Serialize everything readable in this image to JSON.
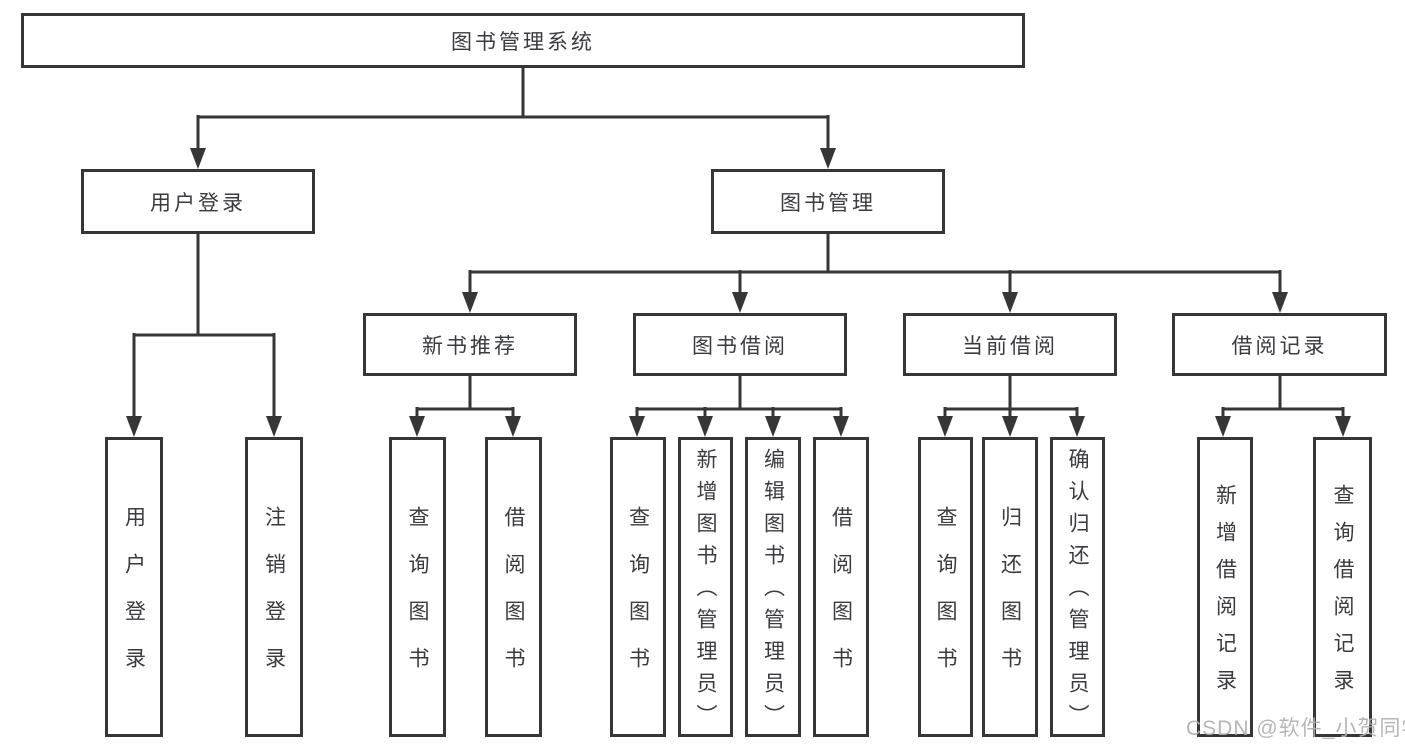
{
  "diagram_title": "图书管理系统",
  "tree": {
    "label": "图书管理系统",
    "children": [
      {
        "label": "用户登录",
        "children": [
          {
            "label": "用户登录"
          },
          {
            "label": "注销登录"
          }
        ]
      },
      {
        "label": "图书管理",
        "children": [
          {
            "label": "新书推荐",
            "children": [
              {
                "label": "查询图书"
              },
              {
                "label": "借阅图书"
              }
            ]
          },
          {
            "label": "图书借阅",
            "children": [
              {
                "label": "查询图书"
              },
              {
                "label": "新增图书（管理员）"
              },
              {
                "label": "编辑图书（管理员）"
              },
              {
                "label": "借阅图书"
              }
            ]
          },
          {
            "label": "当前借阅",
            "children": [
              {
                "label": "查询图书"
              },
              {
                "label": "归还图书"
              },
              {
                "label": "确认归还（管理员）"
              }
            ]
          },
          {
            "label": "借阅记录",
            "children": [
              {
                "label": "新增借阅记录"
              },
              {
                "label": "查询借阅记录"
              }
            ]
          }
        ]
      }
    ]
  },
  "watermark": {
    "text": "CSDN @软件_小贺同学"
  },
  "colors": {
    "line": "#363636",
    "border": "#363636",
    "text": "#3a3b3f",
    "watermark": "#b0b0b0",
    "background": "#ffffff"
  }
}
